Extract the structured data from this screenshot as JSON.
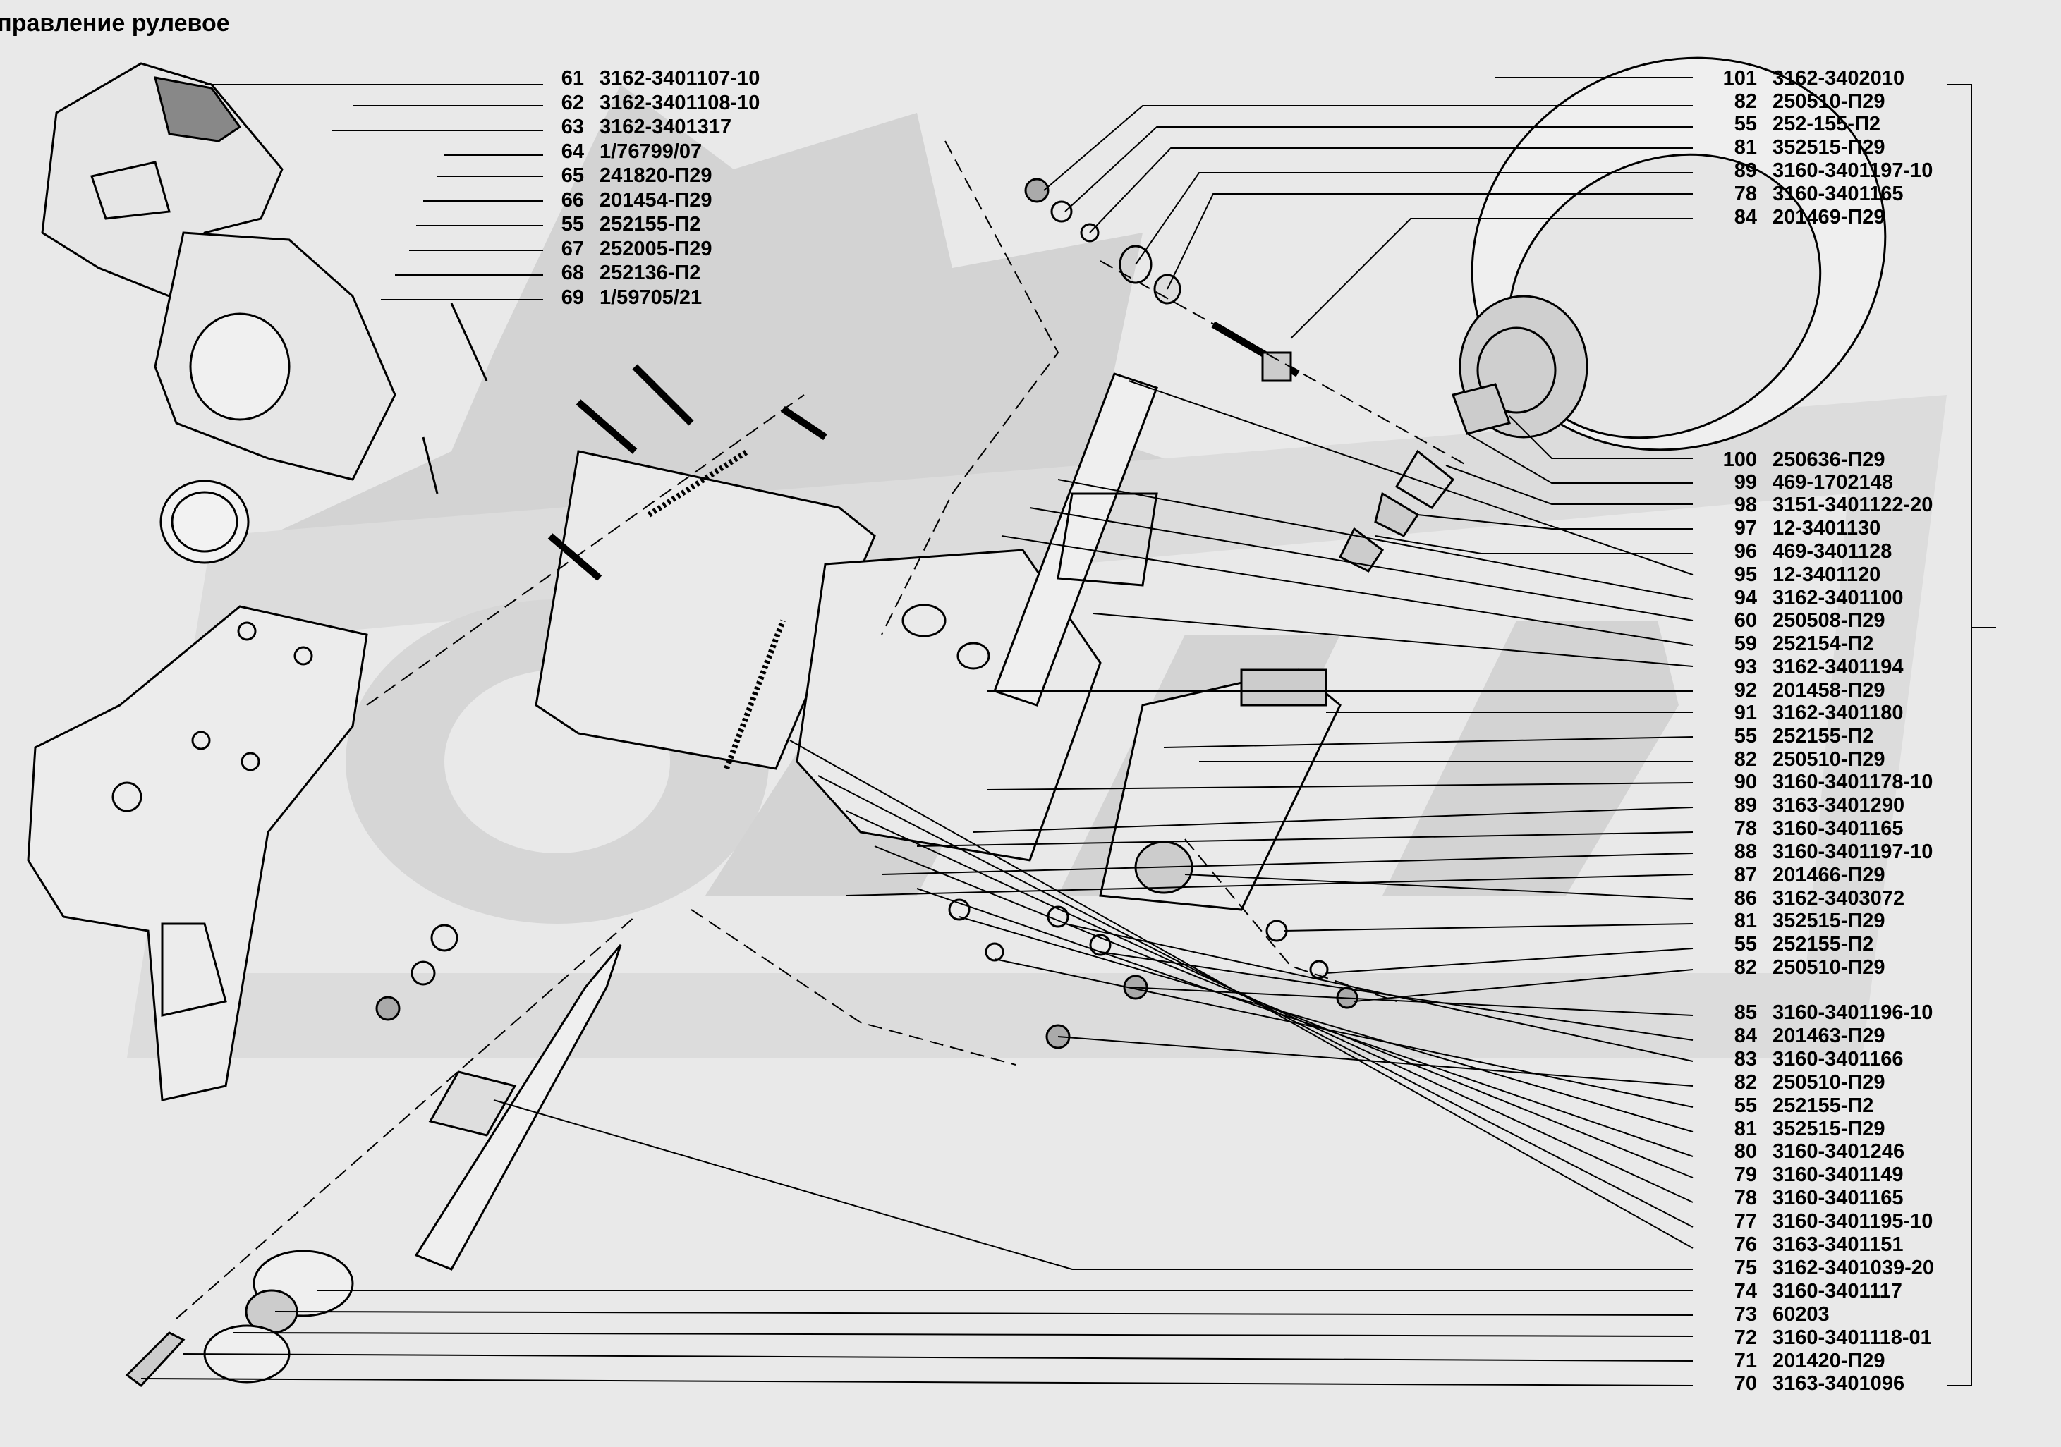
{
  "title": "Управление рулевое",
  "parts_left": [
    {
      "num": "61",
      "code": "3162-3401107-10"
    },
    {
      "num": "62",
      "code": "3162-3401108-10"
    },
    {
      "num": "63",
      "code": "3162-3401317"
    },
    {
      "num": "64",
      "code": "1/76799/07"
    },
    {
      "num": "65",
      "code": "241820-П29"
    },
    {
      "num": "66",
      "code": "201454-П29"
    },
    {
      "num": "55",
      "code": "252155-П2"
    },
    {
      "num": "67",
      "code": "252005-П29"
    },
    {
      "num": "68",
      "code": "252136-П2"
    },
    {
      "num": "69",
      "code": "1/59705/21"
    }
  ],
  "parts_right": [
    {
      "num": "101",
      "code": "3162-3402010"
    },
    {
      "num": "82",
      "code": "250510-П29"
    },
    {
      "num": "55",
      "code": "252-155-П2"
    },
    {
      "num": "81",
      "code": "352515-П29"
    },
    {
      "num": "89",
      "code": "3160-3401197-10"
    },
    {
      "num": "78",
      "code": "3160-3401165"
    },
    {
      "num": "84",
      "code": "201469-П29"
    },
    {
      "num": "100",
      "code": "250636-П29"
    },
    {
      "num": "99",
      "code": "469-1702148"
    },
    {
      "num": "98",
      "code": "3151-3401122-20"
    },
    {
      "num": "97",
      "code": "12-3401130"
    },
    {
      "num": "96",
      "code": "469-3401128"
    },
    {
      "num": "95",
      "code": "12-3401120"
    },
    {
      "num": "94",
      "code": "3162-3401100"
    },
    {
      "num": "60",
      "code": "250508-П29"
    },
    {
      "num": "59",
      "code": "252154-П2"
    },
    {
      "num": "93",
      "code": "3162-3401194"
    },
    {
      "num": "92",
      "code": "201458-П29"
    },
    {
      "num": "91",
      "code": "3162-3401180"
    },
    {
      "num": "55",
      "code": "252155-П2"
    },
    {
      "num": "82",
      "code": "250510-П29"
    },
    {
      "num": "90",
      "code": "3160-3401178-10"
    },
    {
      "num": "89",
      "code": "3163-3401290"
    },
    {
      "num": "78",
      "code": "3160-3401165"
    },
    {
      "num": "88",
      "code": "3160-3401197-10"
    },
    {
      "num": "87",
      "code": "201466-П29"
    },
    {
      "num": "86",
      "code": "3162-3403072"
    },
    {
      "num": "81",
      "code": "352515-П29"
    },
    {
      "num": "55",
      "code": "252155-П2"
    },
    {
      "num": "82",
      "code": "250510-П29"
    },
    {
      "num": "85",
      "code": "3160-3401196-10"
    },
    {
      "num": "84",
      "code": "201463-П29"
    },
    {
      "num": "83",
      "code": "3160-3401166"
    },
    {
      "num": "82",
      "code": "250510-П29"
    },
    {
      "num": "55",
      "code": "252155-П2"
    },
    {
      "num": "81",
      "code": "352515-П29"
    },
    {
      "num": "80",
      "code": "3160-3401246"
    },
    {
      "num": "79",
      "code": "3160-3401149"
    },
    {
      "num": "78",
      "code": "3160-3401165"
    },
    {
      "num": "77",
      "code": "3160-3401195-10"
    },
    {
      "num": "76",
      "code": "3163-3401151"
    },
    {
      "num": "75",
      "code": "3162-3401039-20"
    },
    {
      "num": "74",
      "code": "3160-3401117"
    },
    {
      "num": "73",
      "code": "60203"
    },
    {
      "num": "72",
      "code": "3160-3401118-01"
    },
    {
      "num": "71",
      "code": "201420-П29"
    },
    {
      "num": "70",
      "code": "3163-3401096"
    }
  ]
}
